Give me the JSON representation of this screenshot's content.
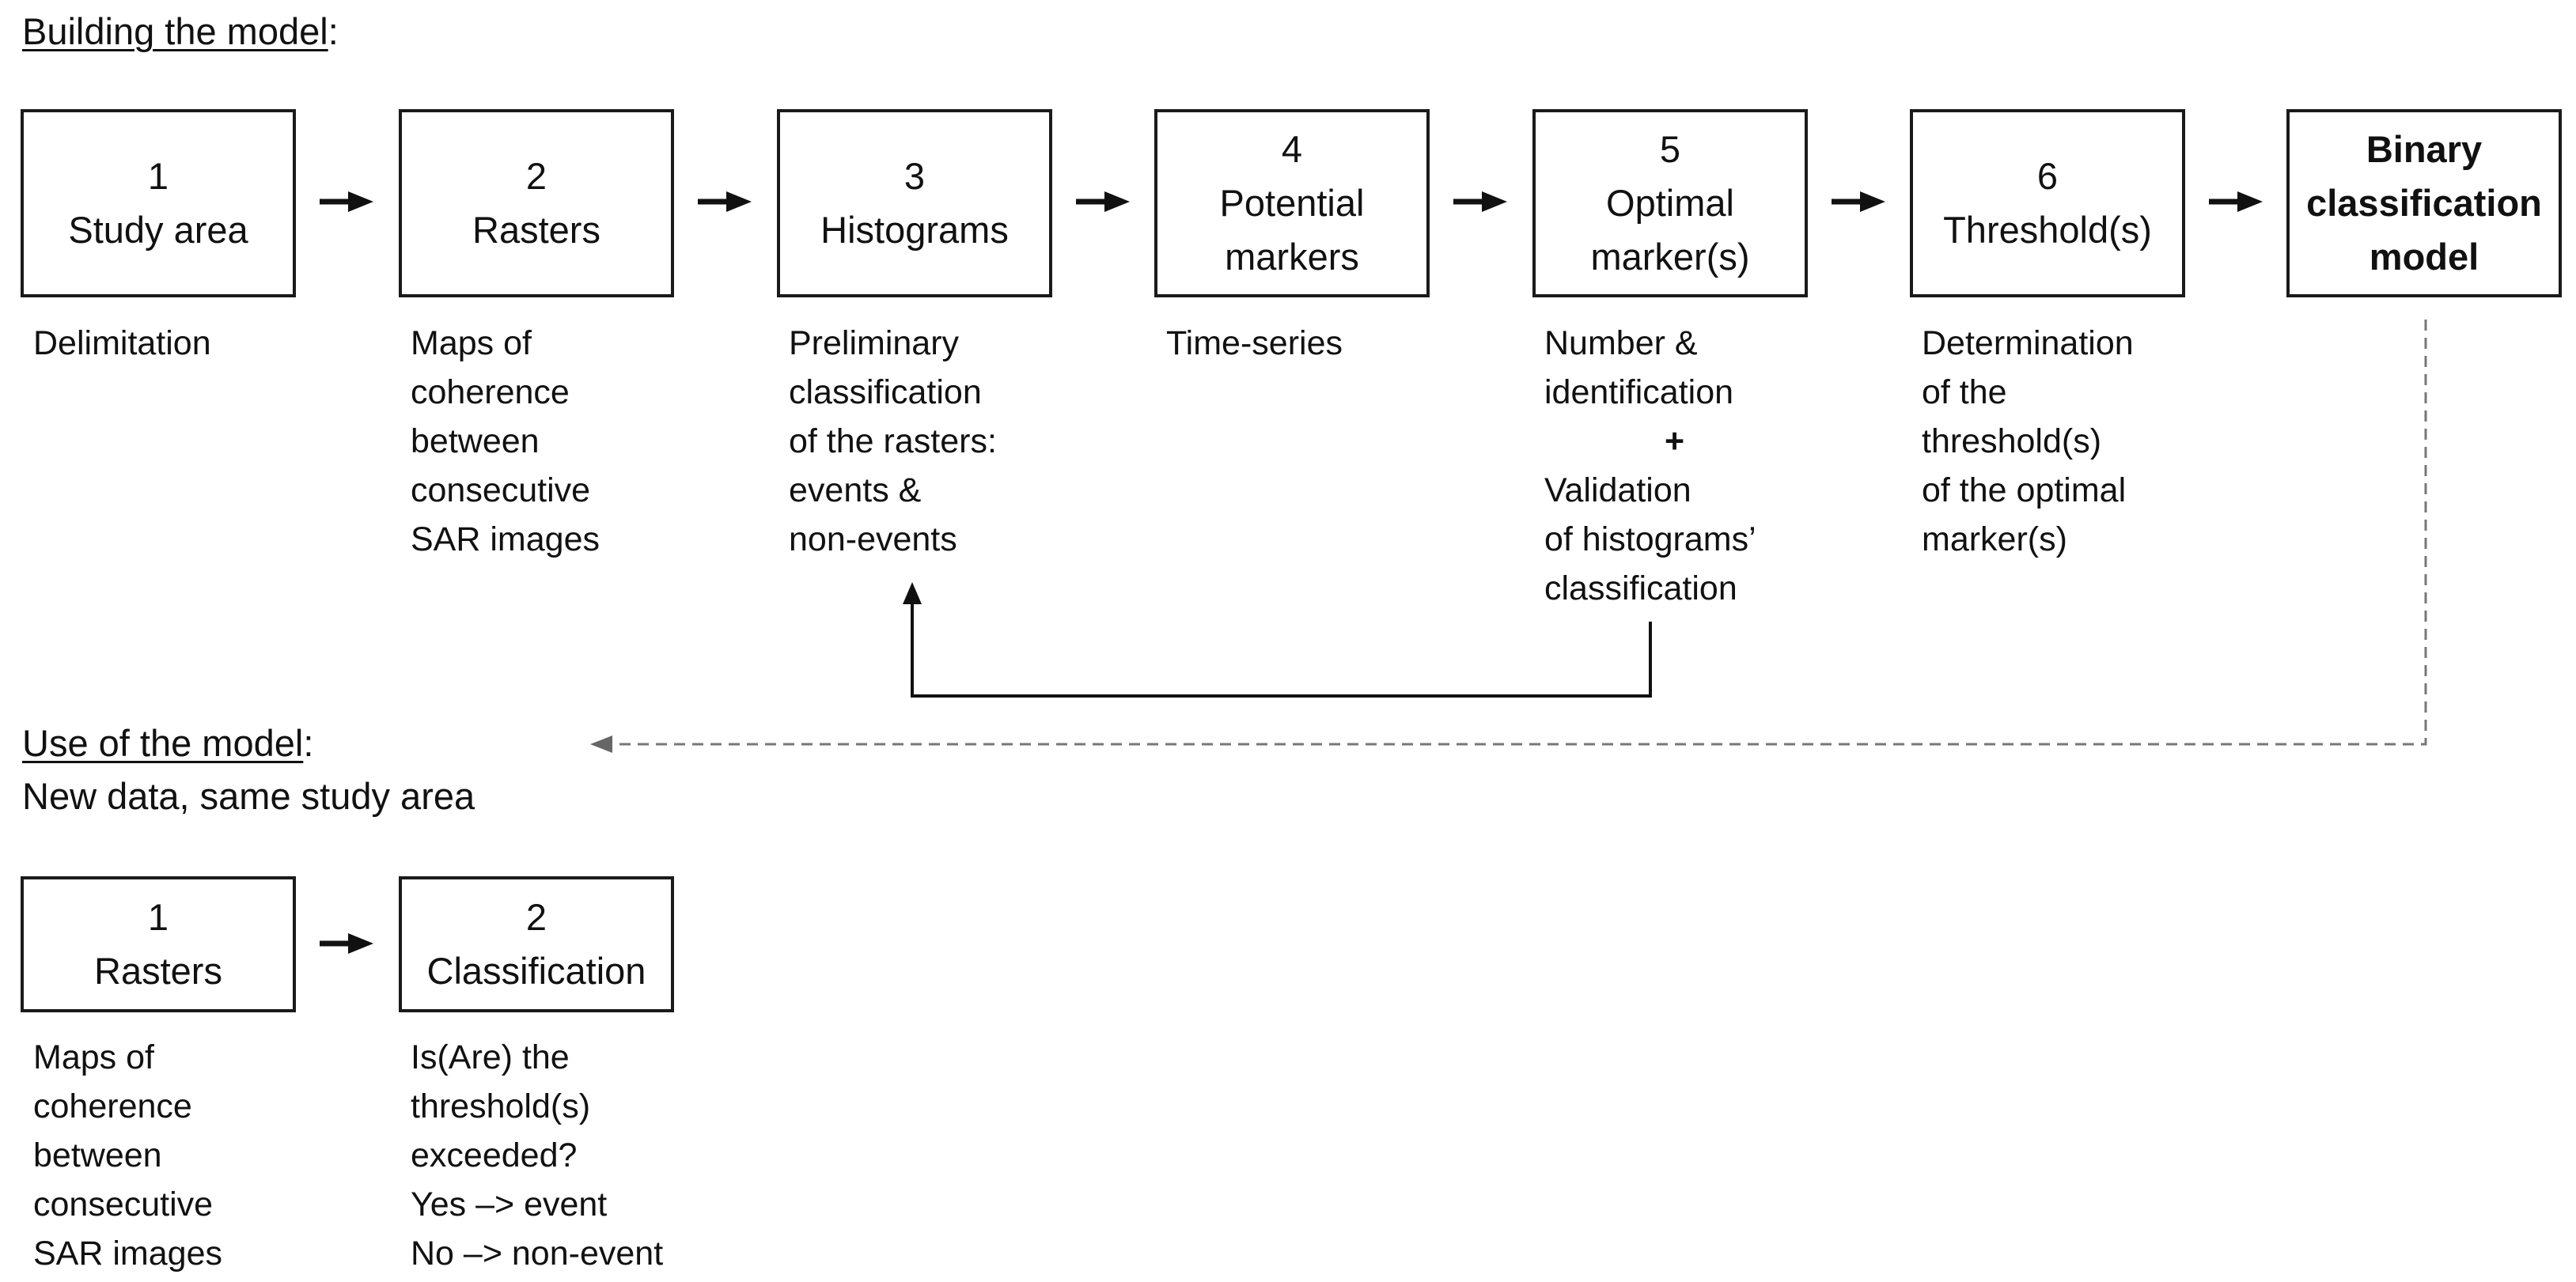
{
  "building": {
    "title": "Building the model",
    "title_suffix": ":",
    "steps": [
      {
        "num": "1",
        "name": "Study area",
        "desc": "Delimitation"
      },
      {
        "num": "2",
        "name": "Rasters",
        "desc": "Maps of\ncoherence\nbetween\nconsecutive\nSAR images"
      },
      {
        "num": "3",
        "name": "Histograms",
        "desc": "Preliminary\nclassification\nof the rasters:\nevents &\nnon-events"
      },
      {
        "num": "4",
        "name": "Potential\nmarkers",
        "desc": "Time-series"
      },
      {
        "num": "5",
        "name": "Optimal\nmarker(s)",
        "desc_a": "Number &\nidentification",
        "plus": "+",
        "desc_b": "Validation\nof histograms’\nclassification"
      },
      {
        "num": "6",
        "name": "Threshold(s)",
        "desc": "Determination\nof the\nthreshold(s)\nof the optimal\nmarker(s)"
      }
    ],
    "final": "Binary\nclassification\nmodel"
  },
  "use": {
    "title": "Use of the model",
    "title_suffix": ":",
    "subtitle": "New data, same study area",
    "steps": [
      {
        "num": "1",
        "name": "Rasters",
        "desc": "Maps of\ncoherence\nbetween\nconsecutive\nSAR images"
      },
      {
        "num": "2",
        "name": "Classification",
        "desc": "Is(Are) the\nthreshold(s)\nexceeded?\nYes –> event\nNo  –> non-event"
      }
    ]
  }
}
